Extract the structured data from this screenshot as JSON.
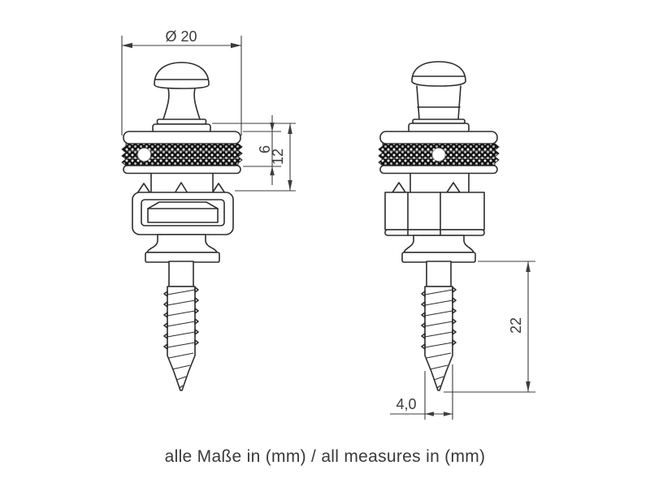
{
  "colors": {
    "line": "#2d2d2d",
    "dim": "#3c3c3c",
    "knurl": "#121212",
    "caption": "#3a3a3a",
    "background": "#ffffff"
  },
  "dimensions": {
    "head_diameter": "Ø 20",
    "wheel_thickness": "6",
    "lock_height": "12",
    "screw_length": "22",
    "screw_diameter": "4,0"
  },
  "caption": "alle Maße in (mm) / all measures in (mm)"
}
